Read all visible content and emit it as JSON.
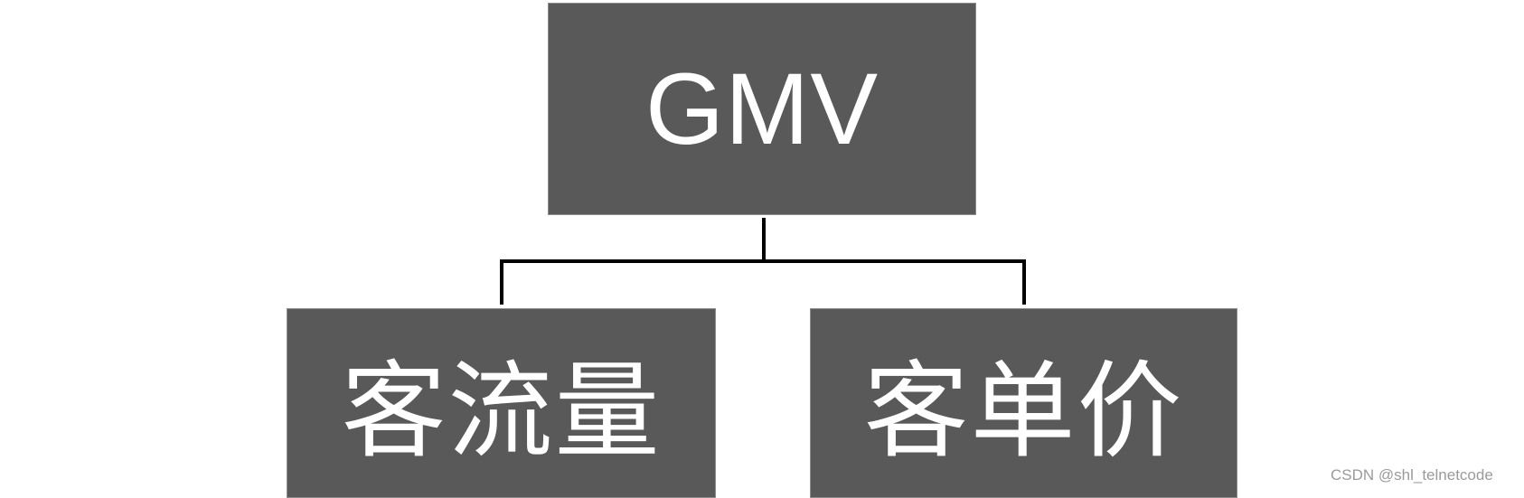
{
  "diagram": {
    "type": "tree",
    "root": {
      "label": "GMV"
    },
    "children": [
      {
        "label": "客流量"
      },
      {
        "label": "客单价"
      }
    ],
    "colors": {
      "node_fill": "#595959",
      "node_text": "#ffffff",
      "connector": "#000000",
      "background": "#ffffff"
    }
  },
  "watermark": {
    "text": "CSDN @shl_telnetcode"
  }
}
